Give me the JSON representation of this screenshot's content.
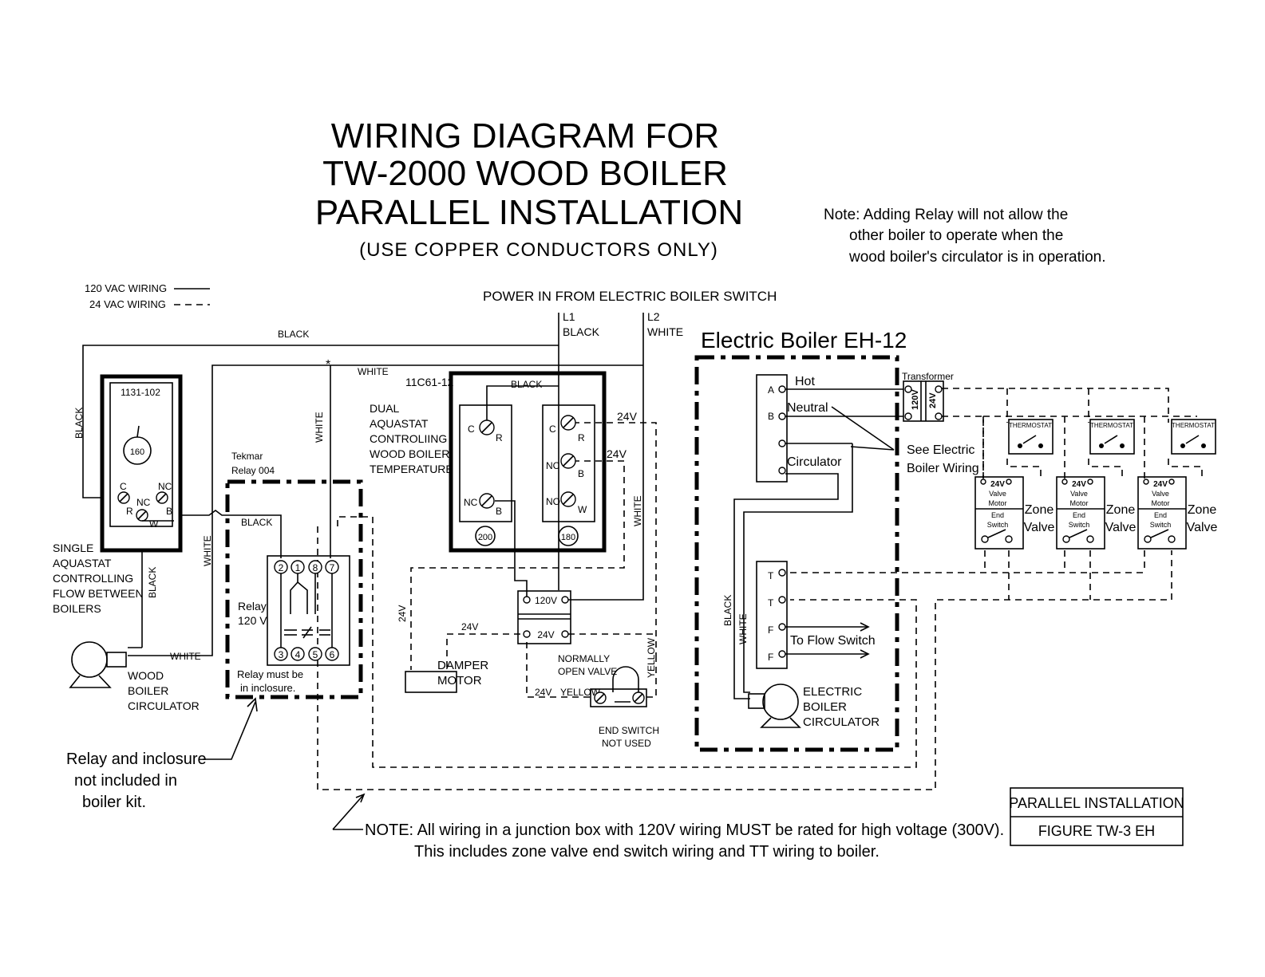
{
  "title": {
    "line1": "WIRING DIAGRAM FOR",
    "line2": "TW-2000 WOOD BOILER",
    "line3": "PARALLEL INSTALLATION",
    "line4": "(USE COPPER CONDUCTORS ONLY)"
  },
  "note_top": {
    "line1": "Note: Adding Relay will not allow the",
    "line2": "other boiler to operate when the",
    "line3": "wood boiler's circulator is in operation."
  },
  "legend": {
    "vac120": "120 VAC WIRING",
    "vac24": "24 VAC WIRING"
  },
  "power": {
    "label": "POWER IN FROM ELECTRIC BOILER SWITCH",
    "l1": "L1",
    "l1_color": "BLACK",
    "l2": "L2",
    "l2_color": "WHITE"
  },
  "wires": {
    "black": "BLACK",
    "white": "WHITE",
    "yellow": "YELLOW",
    "v24": "24V",
    "v120": "120V"
  },
  "single_aquastat": {
    "model": "1131-102",
    "dial": "160",
    "c": "C",
    "nc": "NC",
    "r": "R",
    "nc2": "NC",
    "b": "B",
    "w": "W",
    "label1": "SINGLE",
    "label2": "AQUASTAT",
    "label3": "CONTROLLING",
    "label4": "FLOW BETWEEN",
    "label5": "BOILERS"
  },
  "relay": {
    "maker": "Tekmar",
    "model": "Relay 004",
    "pins": [
      "2",
      "1",
      "8",
      "7"
    ],
    "pins_bottom": [
      "3",
      "4",
      "5",
      "6"
    ],
    "label1": "Relay",
    "label2": "120 V",
    "enclosure1": "Relay must be",
    "enclosure2": "in inclosure."
  },
  "dual_aquastat": {
    "model": "11C61-12",
    "label1": "DUAL",
    "label2": "AQUASTAT",
    "label3": "CONTROLIING",
    "label4": "WOOD BOILER",
    "label5": "TEMPERATURE",
    "c": "C",
    "r": "R",
    "nc": "NC",
    "b": "B",
    "no": "NO",
    "w": "W",
    "dial_left": "200",
    "dial_right": "180"
  },
  "circulator_wood": {
    "label1": "WOOD",
    "label2": "BOILER",
    "label3": "CIRCULATOR"
  },
  "damper": {
    "label1": "DAMPER",
    "label2": "MOTOR"
  },
  "valve": {
    "label1": "NORMALLY",
    "label2": "OPEN VALVE",
    "end1": "END SWITCH",
    "end2": "NOT USED"
  },
  "relay_note": {
    "line1": "Relay and inclosure",
    "line2": "not included in",
    "line3": "boiler kit."
  },
  "electric_boiler": {
    "title": "Electric Boiler EH-12",
    "a": "A",
    "b": "B",
    "hot": "Hot",
    "neutral": "Neutral",
    "circulator": "Circulator",
    "t": "T",
    "f": "F",
    "flow": "To Flow Switch",
    "see1": "See Electric",
    "see2": "Boiler Wiring",
    "transformer": "Transformer",
    "circ1": "ELECTRIC",
    "circ2": "BOILER",
    "circ3": "CIRCULATOR"
  },
  "zones": {
    "thermostat": "THERMOSTAT",
    "v24": "24V",
    "valve": "Valve",
    "motor": "Motor",
    "end": "End",
    "switch": "Switch",
    "zone": "Zone",
    "zvalve": "Valve"
  },
  "note_bottom": {
    "line1": "NOTE: All wiring in a junction box with 120V wiring MUST be rated for high voltage (300V).",
    "line2": "This includes zone valve end switch wiring and TT wiring to boiler."
  },
  "figure": {
    "line1": "PARALLEL INSTALLATION",
    "line2": "FIGURE TW-3 EH"
  }
}
